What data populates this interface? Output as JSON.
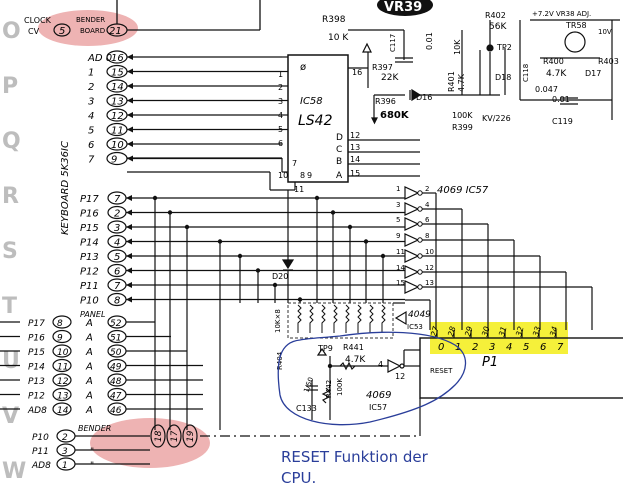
{
  "colors": {
    "ink": "#111111",
    "pink_highlight": "#e89a9a",
    "yellow_highlight": "#f5f03a",
    "blue_annotation": "#2a3e9a",
    "dashed_box": "#333333",
    "watermark": "#bdbdbd"
  },
  "labels": {
    "clock_cv": "CLOCK\nCV",
    "clock_num": "5",
    "clock_pin": "21",
    "bender_board_top": "BENDER\nBOARD",
    "ad0": "AD 0",
    "keyboard": "KEYBOARD 5K36IC",
    "panel": "PANEL",
    "bender_bottom": "BENDER",
    "r398": "R398",
    "r398_val": "10 K",
    "r397": "R397",
    "r397_val": "22K",
    "r396": "R396",
    "r396_val": "680K",
    "c117": "C117",
    "c117_val": "0.01",
    "d16": "D16",
    "ic58": "IC58",
    "ic58_part": "LS42",
    "ic58_pin16": "16",
    "ic58_pin8": "8",
    "ic58_pin9": "9",
    "ic58_pin10": "10",
    "ic58_pin11": "11",
    "ic58_d": "D",
    "ic58_c": "C",
    "ic58_b": "B",
    "ic58_a": "A",
    "ic58_out7": "7",
    "ic58_out6": "6",
    "ic58_out5": "5",
    "ic58_out4": "4",
    "ic58_out3": "3",
    "ic58_out2": "2",
    "ic58_out1": "1",
    "ic58_out0": "0",
    "ic58_in12": "12",
    "ic58_in13": "13",
    "ic58_in14": "14",
    "ic58_in15": "15",
    "vr39": "VR39",
    "r402": "R402",
    "r402_val": "56K",
    "tp2": "TP2",
    "tr58": "TR58",
    "r400": "R400",
    "r400_val": "4.7K",
    "d17": "D17",
    "r403": "R403",
    "v10": "10V",
    "v72": "+7.2V VR38 ADJ.",
    "r401": "R401",
    "r401_val": "4.7K",
    "r399": "R399",
    "r399_val": "100K",
    "d18": "D18",
    "d18_part": "KV/226",
    "c118": "C118",
    "c118_val": "0.047",
    "c119": "C119",
    "c119_val": "0.01",
    "k10": "10K",
    "ic57_top": "4069 IC57",
    "ic53": "4049",
    "ic53_name": "IC53",
    "d20": "D20",
    "r_net": "10K×8",
    "r404": "R404",
    "tp9": "TP9",
    "r441": "R441",
    "r441_val": "4.7K",
    "r442": "R442",
    "r442_val": "100K",
    "c133": "C133",
    "c1": "1/50",
    "ic57_bottom": "4069\nIC57",
    "reset_label": "RESET",
    "p1": "P1",
    "inv_pin1": "1",
    "inv_pin2": "2",
    "inv_pin3": "3",
    "inv_pin4": "4",
    "inv_pin5": "5",
    "inv_pin6": "6",
    "inv_pin8": "8",
    "inv_pin9": "9",
    "inv_pin10": "10",
    "inv_pin11": "11",
    "inv_pin12": "12",
    "inv_pin13": "13",
    "inv_pin14": "14",
    "inv_pin15": "15",
    "reset_pin_in": "4",
    "reset_pin_out": "12",
    "annotation": "RESET Funktion der\nCPU.",
    "watermark_letters": "OPQRSTUVW"
  },
  "ad_pins": [
    {
      "name": "AD 0",
      "num": "16"
    },
    {
      "name": "1",
      "num": "15"
    },
    {
      "name": "2",
      "num": "14"
    },
    {
      "name": "3",
      "num": "13"
    },
    {
      "name": "4",
      "num": "12"
    },
    {
      "name": "5",
      "num": "11"
    },
    {
      "name": "6",
      "num": "10"
    },
    {
      "name": "7",
      "num": "9"
    }
  ],
  "keyboard_pins": [
    {
      "name": "P17",
      "num": "7"
    },
    {
      "name": "P16",
      "num": "2"
    },
    {
      "name": "P15",
      "num": "3"
    },
    {
      "name": "P14",
      "num": "4"
    },
    {
      "name": "P13",
      "num": "5"
    },
    {
      "name": "P12",
      "num": "6"
    },
    {
      "name": "P11",
      "num": "7"
    },
    {
      "name": "P10",
      "num": "8"
    }
  ],
  "panel_pins": [
    {
      "name": "P17",
      "num": "8",
      "mid": "A",
      "pin": "52"
    },
    {
      "name": "P16",
      "num": "9",
      "mid": "A",
      "pin": "51"
    },
    {
      "name": "P15",
      "num": "10",
      "mid": "A",
      "pin": "50"
    },
    {
      "name": "P14",
      "num": "11",
      "mid": "A",
      "pin": "49"
    },
    {
      "name": "P13",
      "num": "12",
      "mid": "A",
      "pin": "48"
    },
    {
      "name": "P12",
      "num": "13",
      "mid": "A",
      "pin": "47"
    },
    {
      "name": "AD8",
      "num": "14",
      "mid": "A",
      "pin": "46"
    }
  ],
  "bender_pins": [
    {
      "name": "P10",
      "num": "2",
      "mid": ""
    },
    {
      "name": "P11",
      "num": "3",
      "mid": "\""
    },
    {
      "name": "AD8",
      "num": "1",
      "mid": "\""
    }
  ],
  "bender_circle_pins": [
    "18",
    "17",
    "19"
  ],
  "p1_top_pins": [
    "27",
    "28",
    "29",
    "30",
    "31",
    "32",
    "33",
    "34"
  ],
  "p1_bottom_pins": [
    "0",
    "1",
    "2",
    "3",
    "4",
    "5",
    "6",
    "7"
  ]
}
